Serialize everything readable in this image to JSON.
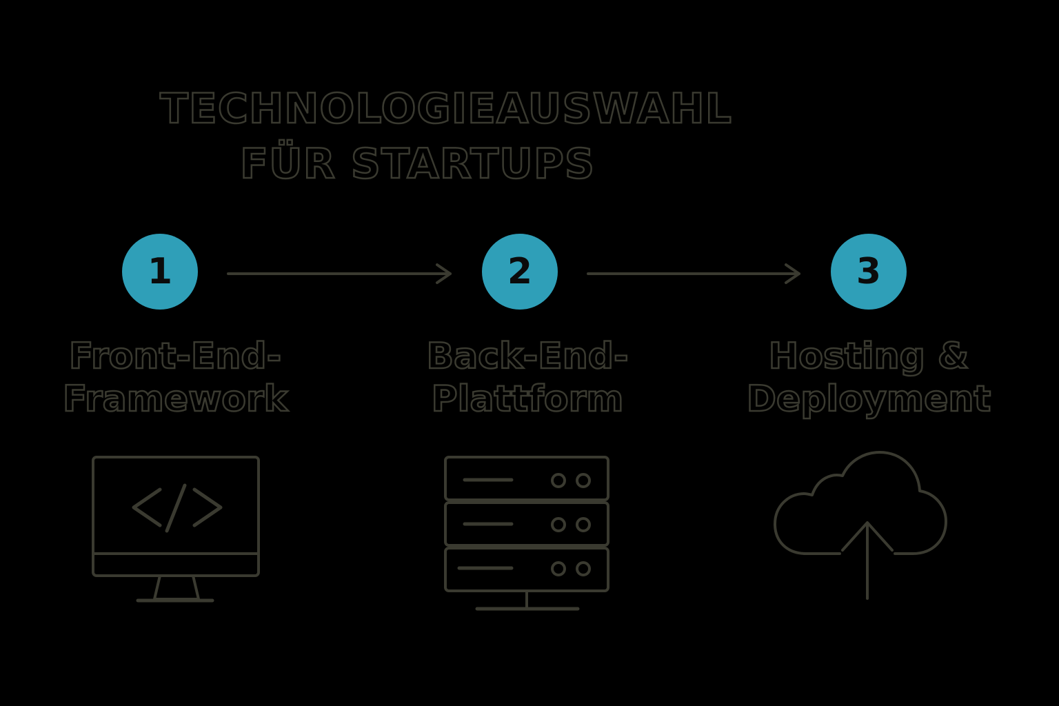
{
  "title": {
    "line1": "TECHNOLOGIEAUSWAHL",
    "line2": "FÜR STARTUPS"
  },
  "steps": [
    {
      "number": "1",
      "label_line1": "Front-End-",
      "label_line2": "Framework",
      "icon": "monitor-code-icon"
    },
    {
      "number": "2",
      "label_line1": "Back-End-",
      "label_line2": "Plattform",
      "icon": "server-stack-icon"
    },
    {
      "number": "3",
      "label_line1": "Hosting &",
      "label_line2": "Deployment",
      "icon": "cloud-upload-icon"
    }
  ],
  "colors": {
    "background": "#000000",
    "accent": "#2f9fb8",
    "outline": "#3a3a30"
  }
}
